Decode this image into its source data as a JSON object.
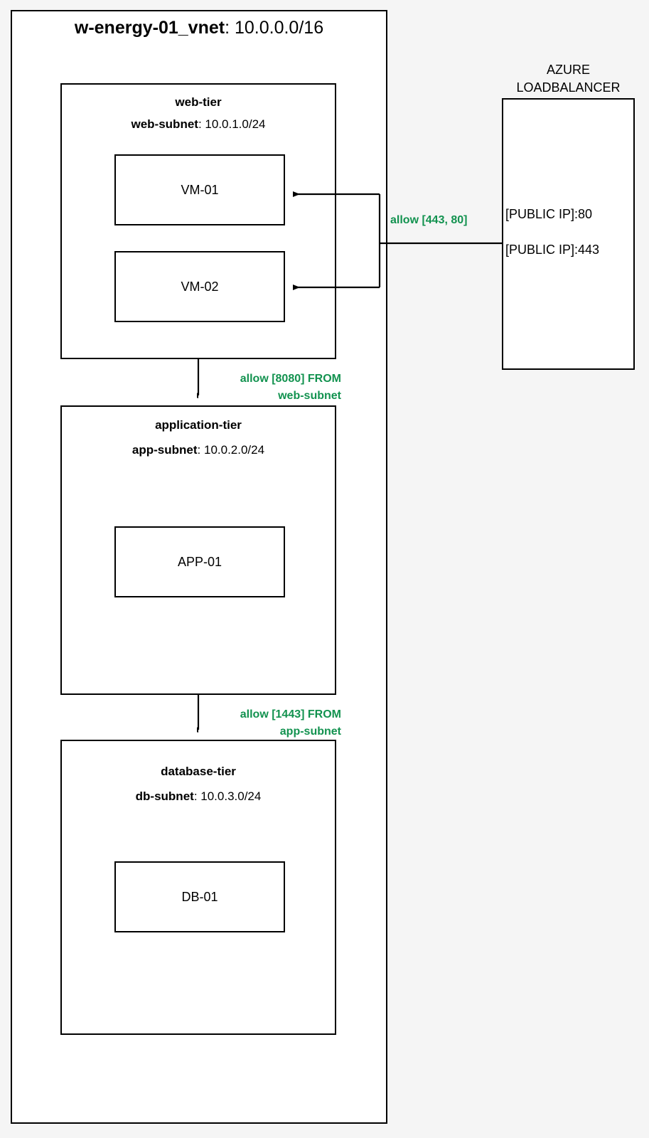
{
  "page": {
    "background_color": "#f5f5f5",
    "line_color": "#000000",
    "rule_color": "#12924f"
  },
  "vnet": {
    "name": "w-energy-01_vnet",
    "separator": ": ",
    "cidr": "10.0.0.0/16"
  },
  "tiers": [
    {
      "id": "web-tier",
      "heading": "web-tier",
      "subnet_name": "web-subnet",
      "subnet_separator": ": ",
      "subnet_cidr": "10.0.1.0/24",
      "nodes": [
        "VM-01",
        "VM-02"
      ]
    },
    {
      "id": "application-tier",
      "heading": "application-tier",
      "subnet_name": "app-subnet",
      "subnet_separator": ": ",
      "subnet_cidr": "10.0.2.0/24",
      "nodes": [
        "APP-01"
      ]
    },
    {
      "id": "database-tier",
      "heading": "database-tier",
      "subnet_name": "db-subnet",
      "subnet_separator": ": ",
      "subnet_cidr": "10.0.3.0/24",
      "nodes": [
        "DB-01"
      ]
    }
  ],
  "nodes": {
    "vm01": "VM-01",
    "vm02": "VM-02",
    "app01": "APP-01",
    "db01": "DB-01"
  },
  "load_balancer": {
    "title": "AZURE\nLOADBALANCER",
    "title_line_1": "AZURE",
    "title_line_2": "LOADBALANCER",
    "endpoints": [
      "[PUBLIC IP]:80",
      "[PUBLIC IP]:443"
    ],
    "endpoint_80": "[PUBLIC IP]:80",
    "endpoint_443": "[PUBLIC IP]:443"
  },
  "rules": {
    "lb_to_web": "allow [443, 80]",
    "web_to_app": "allow [8080] FROM\nweb-subnet",
    "app_to_db": "allow [1443] FROM\napp-subnet"
  }
}
